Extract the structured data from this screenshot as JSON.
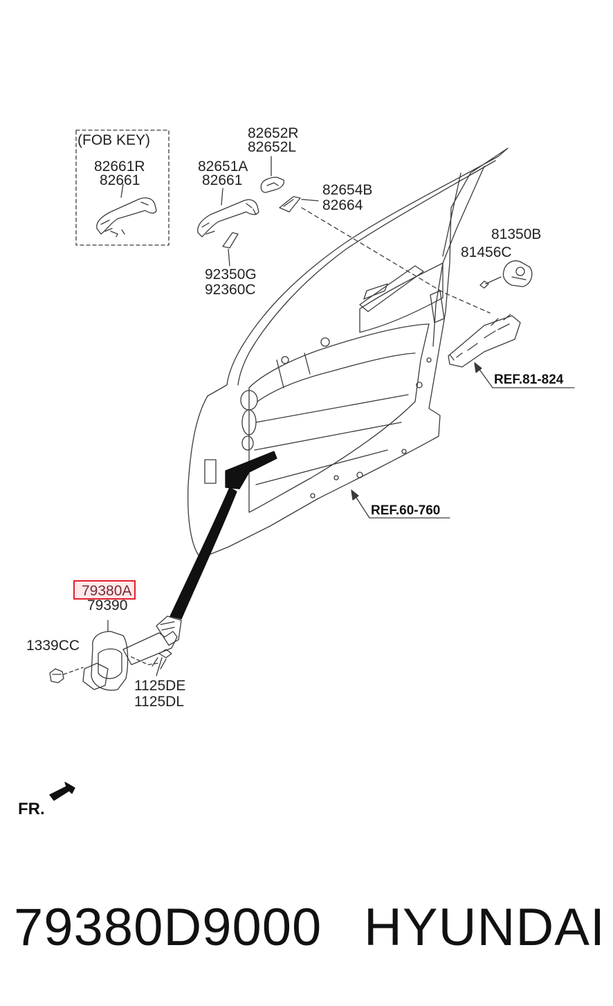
{
  "labels": {
    "fob_key": "(FOB KEY)",
    "p82661R": "82661R",
    "p82661_a": "82661",
    "p82651A": "82651A",
    "p82661_b": "82661",
    "p82652R": "82652R",
    "p82652L": "82652L",
    "p82654B": "82654B",
    "p82664": "82664",
    "p92350G": "92350G",
    "p92360C": "92360C",
    "p81350B": "81350B",
    "p81456C": "81456C",
    "ref_81_824": "REF.81-824",
    "ref_60_760": "REF.60-760",
    "p79380A": "79380A",
    "p79390": "79390",
    "p1339CC": "1339CC",
    "p1125DE": "1125DE",
    "p1125DL": "1125DL",
    "fr": "FR."
  },
  "footer": {
    "part_number": "79380D9000",
    "brand": "HYUNDAI"
  },
  "colors": {
    "highlight_border": "#e0202a",
    "line": "#333333"
  }
}
